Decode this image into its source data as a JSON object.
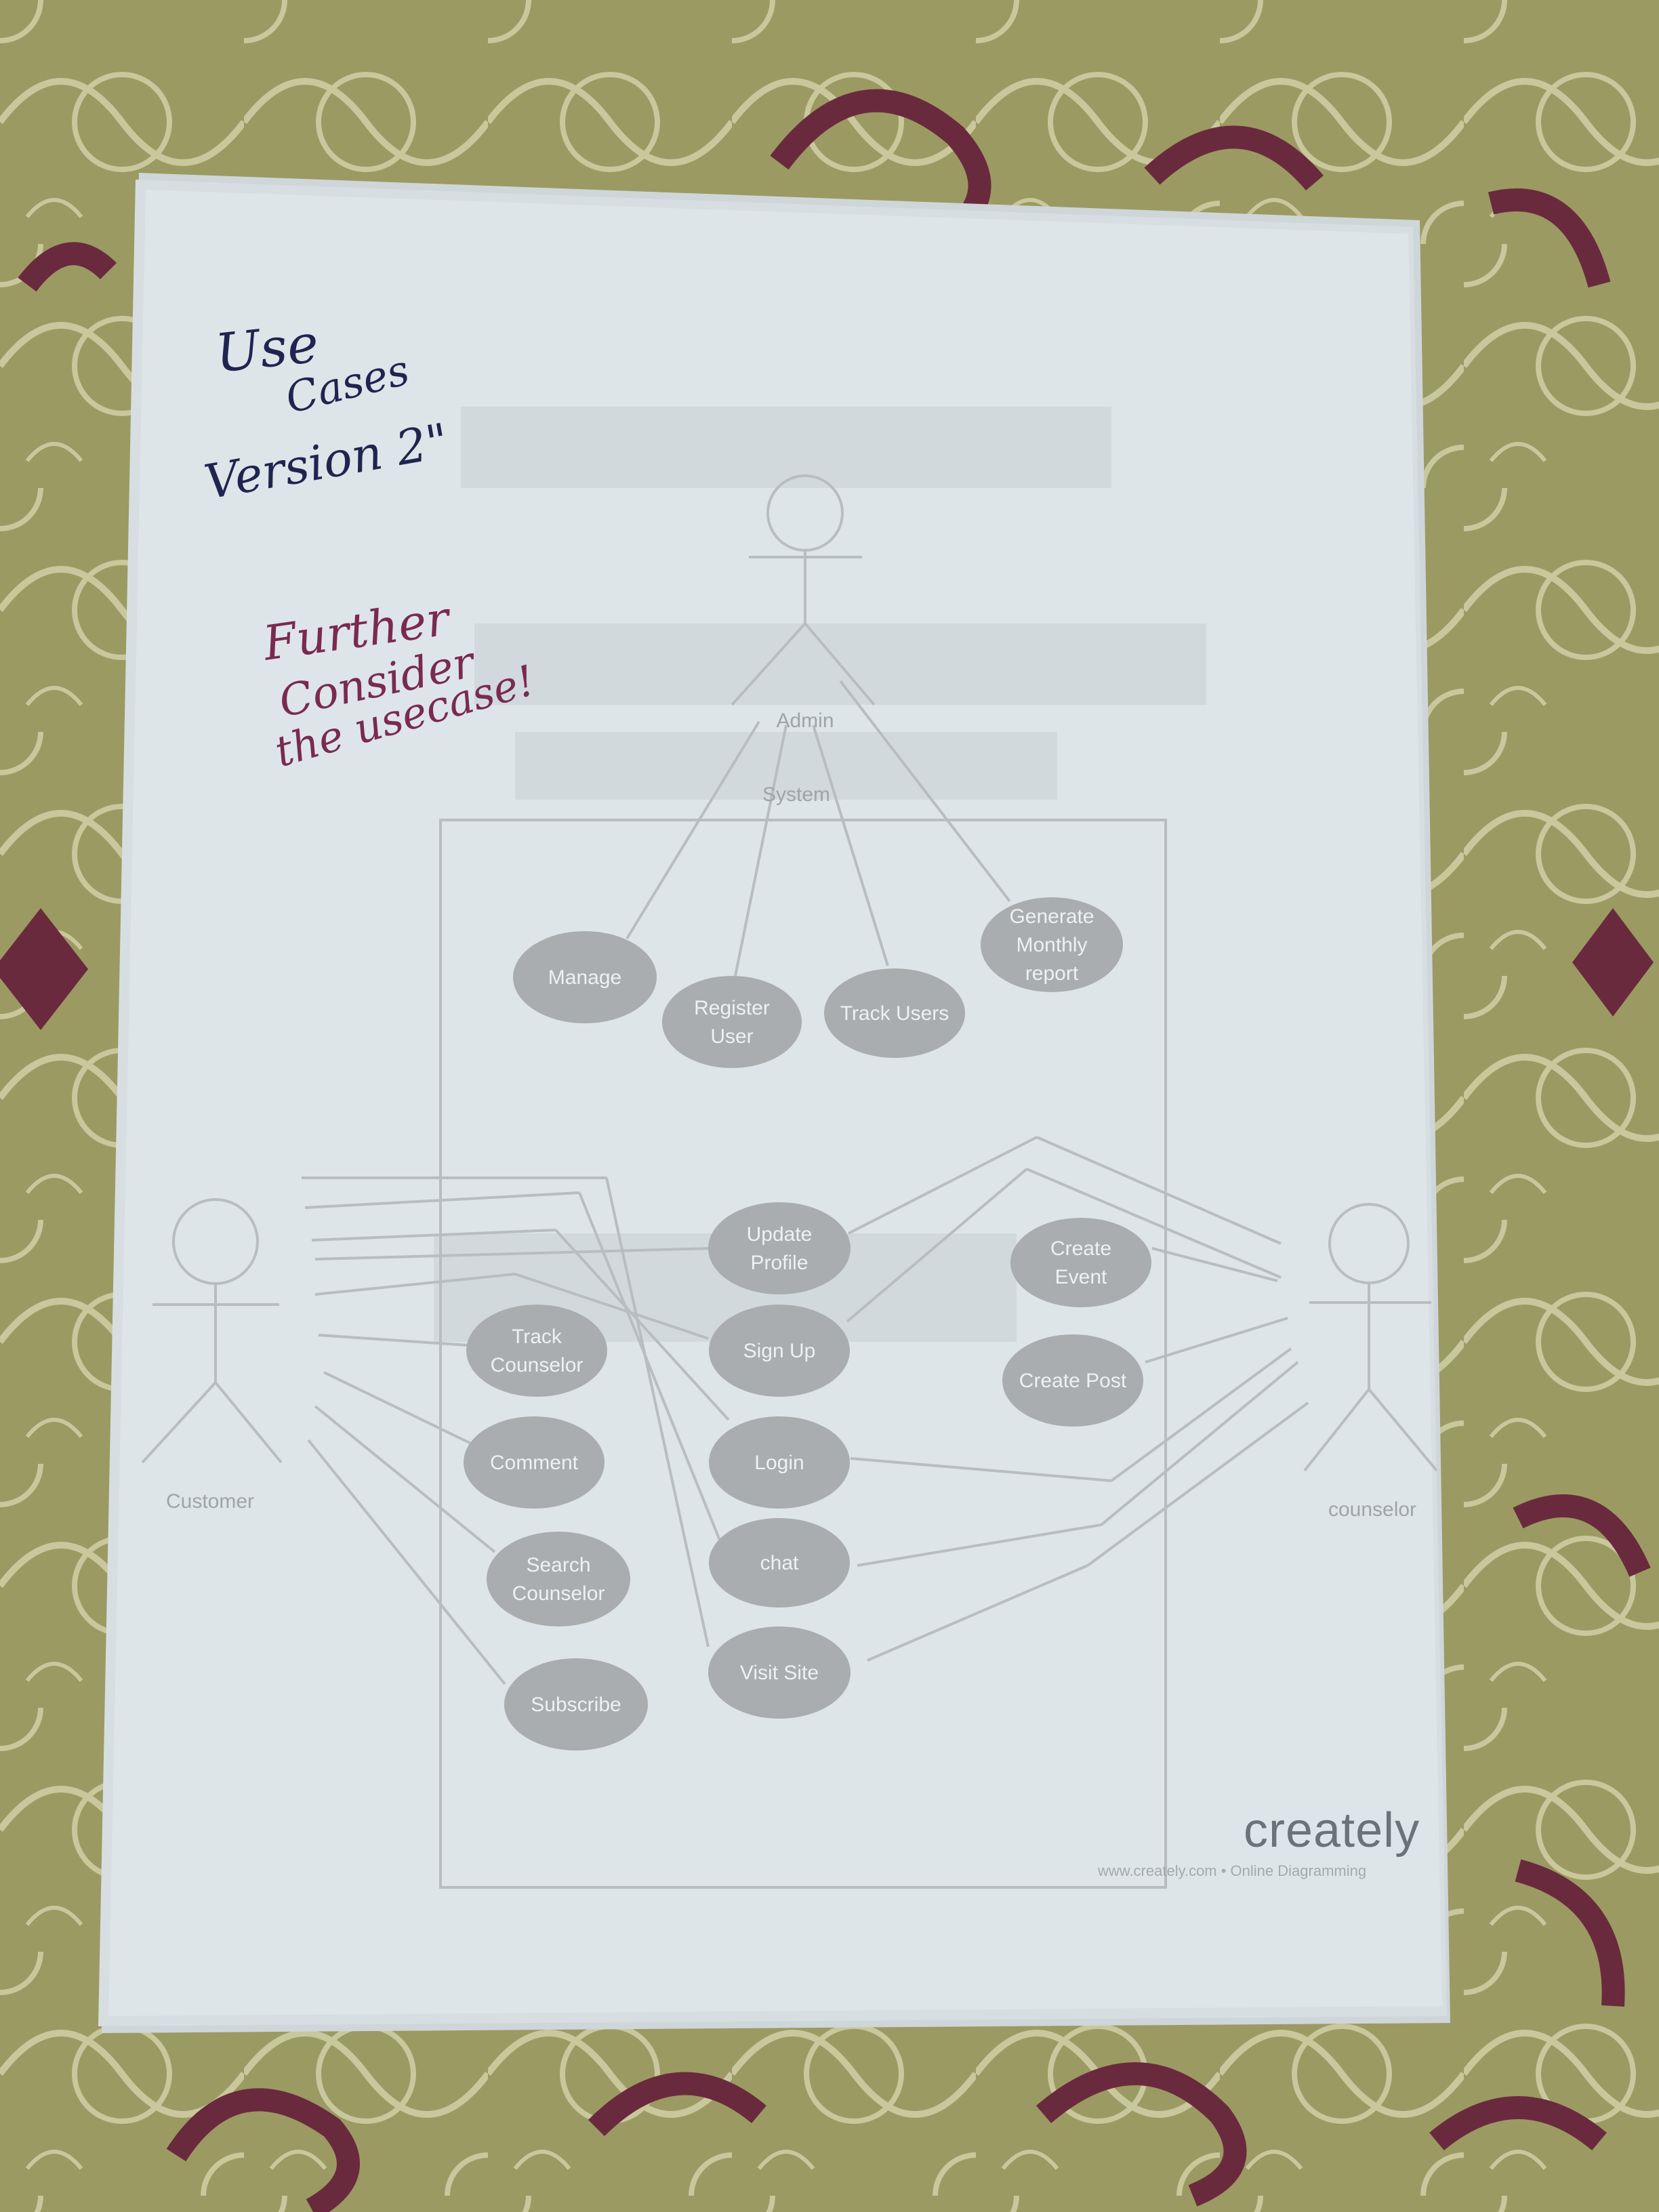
{
  "colors": {
    "fabric": "#9b9a62",
    "fabric_pattern": "#c9c79c",
    "fabric_accent": "#6a2a3e",
    "paper": "#dde5e8",
    "diagram_line": "#b7bdc0",
    "usecase_fill": "#a9adaf",
    "usecase_text": "#eef1f2",
    "handwriting_blue": "#1f2450",
    "handwriting_red": "#7a2a4e"
  },
  "handwritten_notes": {
    "line1": "Use",
    "line2": "Cases",
    "line3": "Version 2\"",
    "feedback_line1": "Further",
    "feedback_line2": "Consider",
    "feedback_line3": "the usecase!"
  },
  "actors": {
    "admin": "Admin",
    "customer": "Customer",
    "counselor": "counselor"
  },
  "system_label": "System",
  "use_cases": {
    "manage": [
      "Manage"
    ],
    "register_user": [
      "Register",
      "User"
    ],
    "track_users": [
      "Track Users"
    ],
    "generate_monthly_report": [
      "Generate",
      "Monthly",
      "report"
    ],
    "update_profile": [
      "Update",
      "Profile"
    ],
    "create_event": [
      "Create",
      "Event"
    ],
    "track_counselor": [
      "Track",
      "Counselor"
    ],
    "sign_up": [
      "Sign Up"
    ],
    "create_post": [
      "Create Post"
    ],
    "comment": [
      "Comment"
    ],
    "login": [
      "Login"
    ],
    "search_counselor": [
      "Search",
      "Counselor"
    ],
    "chat": [
      "chat"
    ],
    "visit_site": [
      "Visit Site"
    ],
    "subscribe": [
      "Subscribe"
    ]
  },
  "footer": {
    "logo": "creately",
    "tagline": "www.creately.com • Online Diagramming"
  }
}
